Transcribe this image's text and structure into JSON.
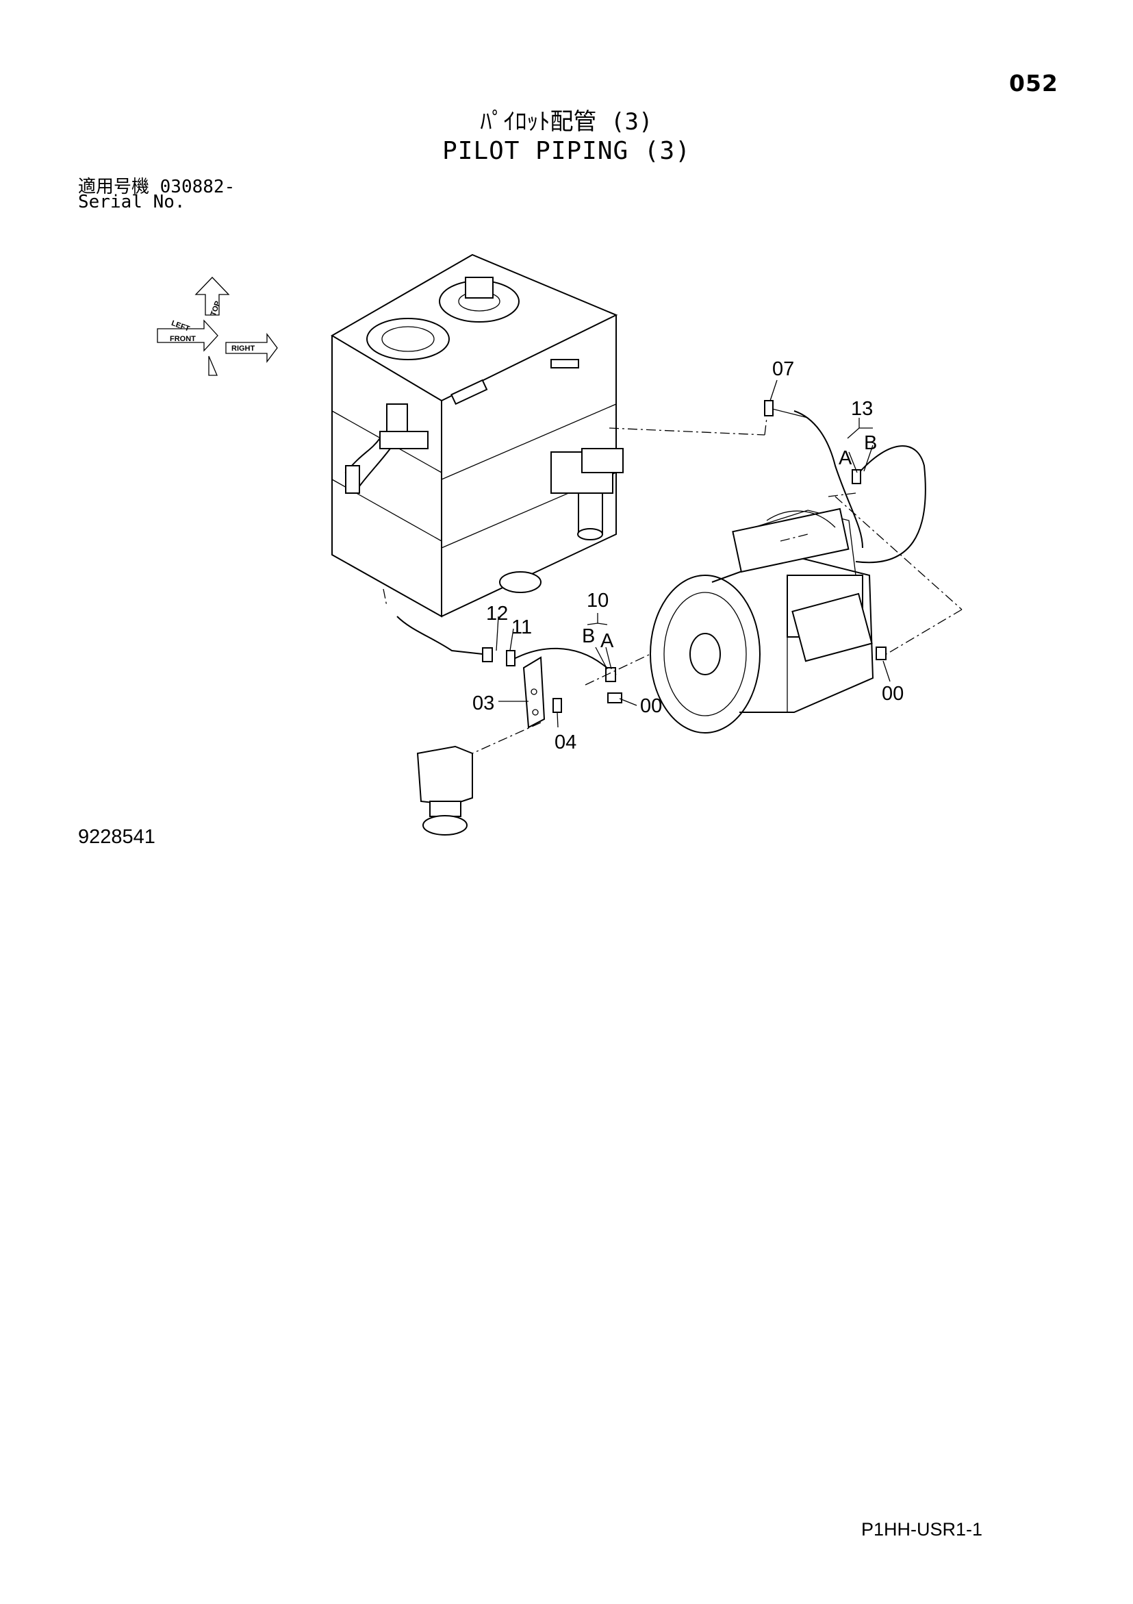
{
  "page": {
    "number": "052",
    "title_ja": "ﾊﾟｲﾛｯﾄ配管 (3)",
    "title_en": "PILOT PIPING (3)",
    "serial_ja": "適用号機  030882-",
    "serial_en": "Serial No.",
    "drawing_number": "9228541",
    "page_code": "P1HH-USR1-1"
  },
  "orientation": {
    "top": "TOP",
    "front": "FRONT",
    "right": "RIGHT",
    "left": "LEFT"
  },
  "callouts": {
    "c07": "07",
    "c13": "13",
    "c13a": "A",
    "c13b": "B",
    "c12": "12",
    "c11": "11",
    "c10": "10",
    "c10b": "B",
    "c10a": "A",
    "c03": "03",
    "c04": "04",
    "c00a": "00",
    "c00b": "00"
  }
}
